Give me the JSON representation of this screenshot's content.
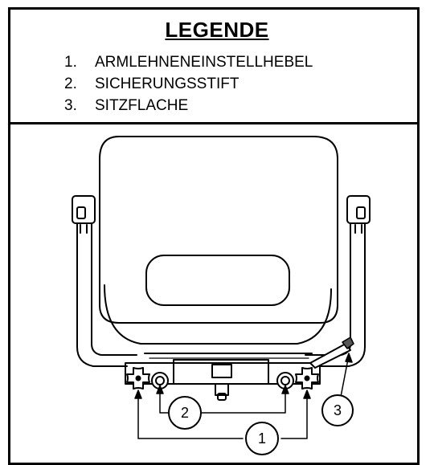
{
  "legend": {
    "title": "LEGENDE",
    "items": [
      {
        "num": "1.",
        "label": "ARMLEHNENEINSTELLHEBEL"
      },
      {
        "num": "2.",
        "label": "SICHERUNGSSTIFT"
      },
      {
        "num": "3.",
        "label": "SITZFLACHE"
      }
    ]
  },
  "callouts": [
    "1",
    "2",
    "3"
  ]
}
